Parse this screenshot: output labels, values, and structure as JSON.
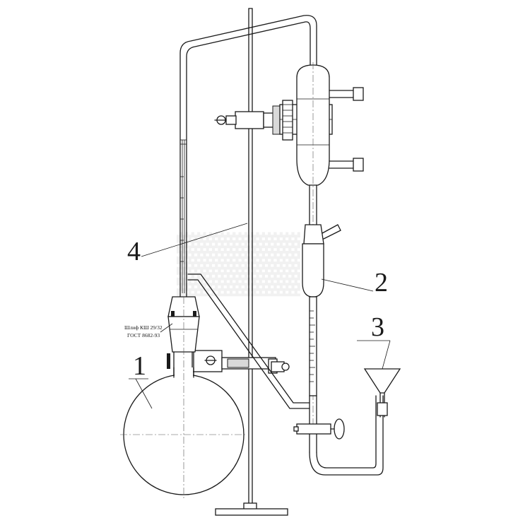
{
  "labels": {
    "flask": "1",
    "receiver": "2",
    "funnel": "3",
    "stand": "4"
  },
  "joint_note": {
    "line1": "Шлиф КШ 29/32",
    "line2": "ГОСТ 8682-93"
  },
  "colors": {
    "ink": "#1a1a1a",
    "background": "#ffffff"
  }
}
